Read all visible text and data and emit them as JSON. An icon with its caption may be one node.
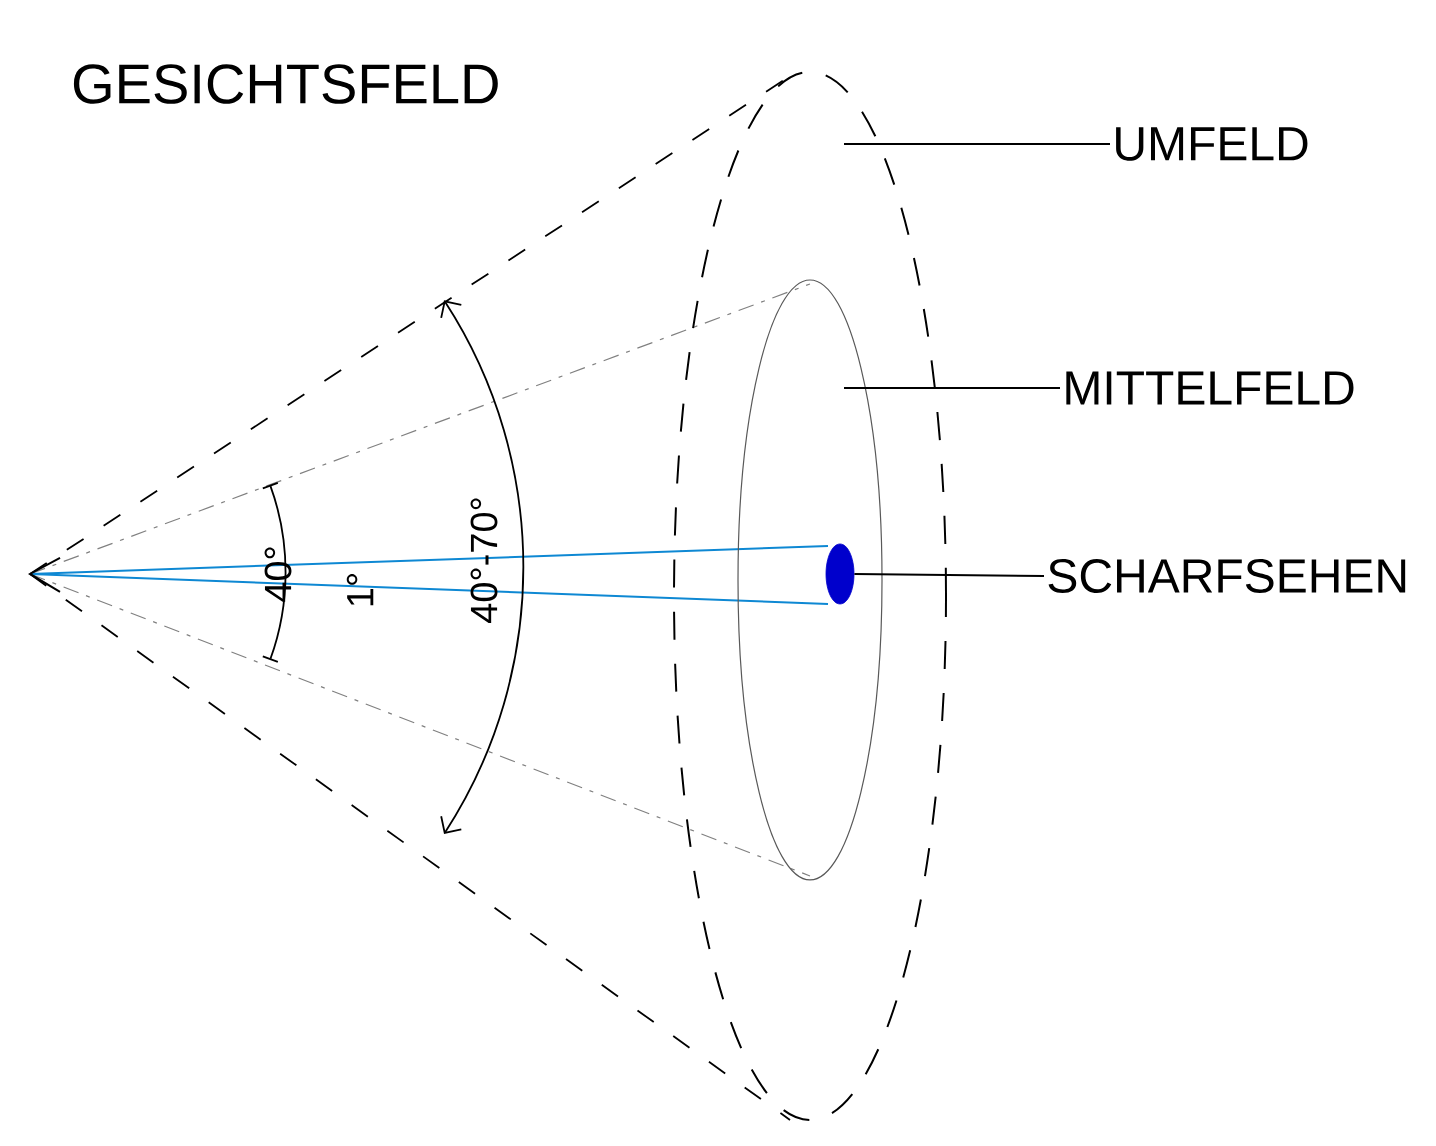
{
  "diagram": {
    "title": "GESICHTSFELD",
    "nodes": [
      {
        "text": [
          "UMFELD"
        ]
      },
      {
        "text": [
          "MITTELFELD"
        ]
      },
      {
        "text": [
          "SCHARFSEHEN"
        ]
      },
      {
        "text": [],
        "shape": "ellipse"
      },
      {
        "text": [],
        "shape": "ellipse",
        "in": 3
      },
      {
        "text": [],
        "shape": "ellipse",
        "in": 4
      }
    ],
    "edges": [
      {
        "from": 0,
        "to": 3,
        "arrow": "none"
      },
      {
        "from": 1,
        "to": 4,
        "arrow": "none"
      },
      {
        "from": 2,
        "to": 5,
        "arrow": "none"
      }
    ],
    "labels": [
      "40°",
      "1°",
      "40°-70°"
    ]
  }
}
